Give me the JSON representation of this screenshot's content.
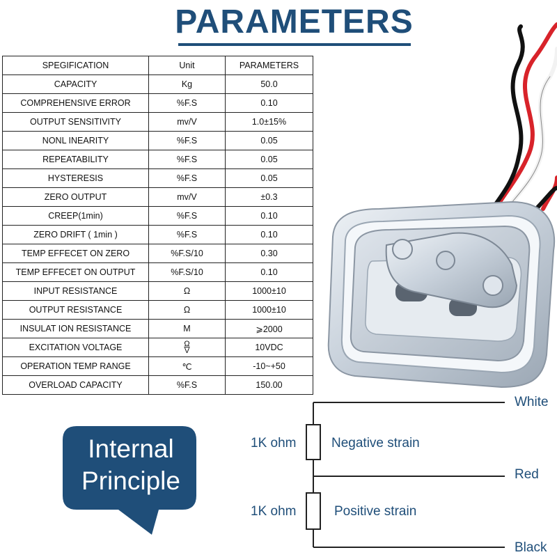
{
  "title": "PARAMETERS",
  "table": {
    "headers": [
      "SPEGIFICATION",
      "Unit",
      "PARAMETERS"
    ],
    "rows": [
      [
        "CAPACITY",
        "Kg",
        "50.0"
      ],
      [
        "COMPREHENSIVE ERROR",
        "%F.S",
        "0.10"
      ],
      [
        "OUTPUT SENSITIVITY",
        "mv/V",
        "1.0±15%"
      ],
      [
        "NONL INEARITY",
        "%F.S",
        "0.05"
      ],
      [
        "REPEATABILITY",
        "%F.S",
        "0.05"
      ],
      [
        "HYSTERESIS",
        "%F.S",
        "0.05"
      ],
      [
        "ZERO OUTPUT",
        "mv/V",
        "±0.3"
      ],
      [
        "CREEP(1min)",
        "%F.S",
        "0.10"
      ],
      [
        "ZERO DRIFT ( 1min )",
        "%F.S",
        "0.10"
      ],
      [
        "TEMP EFFECET ON ZERO",
        "%F.S/10",
        "0.30"
      ],
      [
        "TEMP EFFECET ON OUTPUT",
        "%F.S/10",
        "0.10"
      ],
      [
        "INPUT RESISTANCE",
        "Ω",
        "1000±10"
      ],
      [
        "OUTPUT RESISTANCE",
        "Ω",
        "1000±10"
      ],
      [
        "INSULAT ION RESISTANCE",
        "M",
        "⩾2000"
      ],
      [
        "EXCITATION VOLTAGE",
        {
          "top": "Ω",
          "bottom": "V"
        },
        "10VDC"
      ],
      [
        "OPERATION TEMP RANGE",
        "℃",
        "-10~+50"
      ],
      [
        "OVERLOAD CAPACITY",
        "%F.S",
        "150.00"
      ]
    ]
  },
  "principle": {
    "line1": "Internal",
    "line2": "Principle"
  },
  "circuit": {
    "wire_top": "White",
    "wire_mid": "Red",
    "wire_bottom": "Black",
    "r1_value": "1K ohm",
    "r1_label": "Negative strain",
    "r2_value": "1K ohm",
    "r2_label": "Positive strain"
  },
  "colors": {
    "title": "#1f4e79",
    "bubble": "#1f4e79",
    "wire_red": "#d8232a",
    "wire_black": "#111111",
    "wire_white": "#f4f4f4"
  }
}
